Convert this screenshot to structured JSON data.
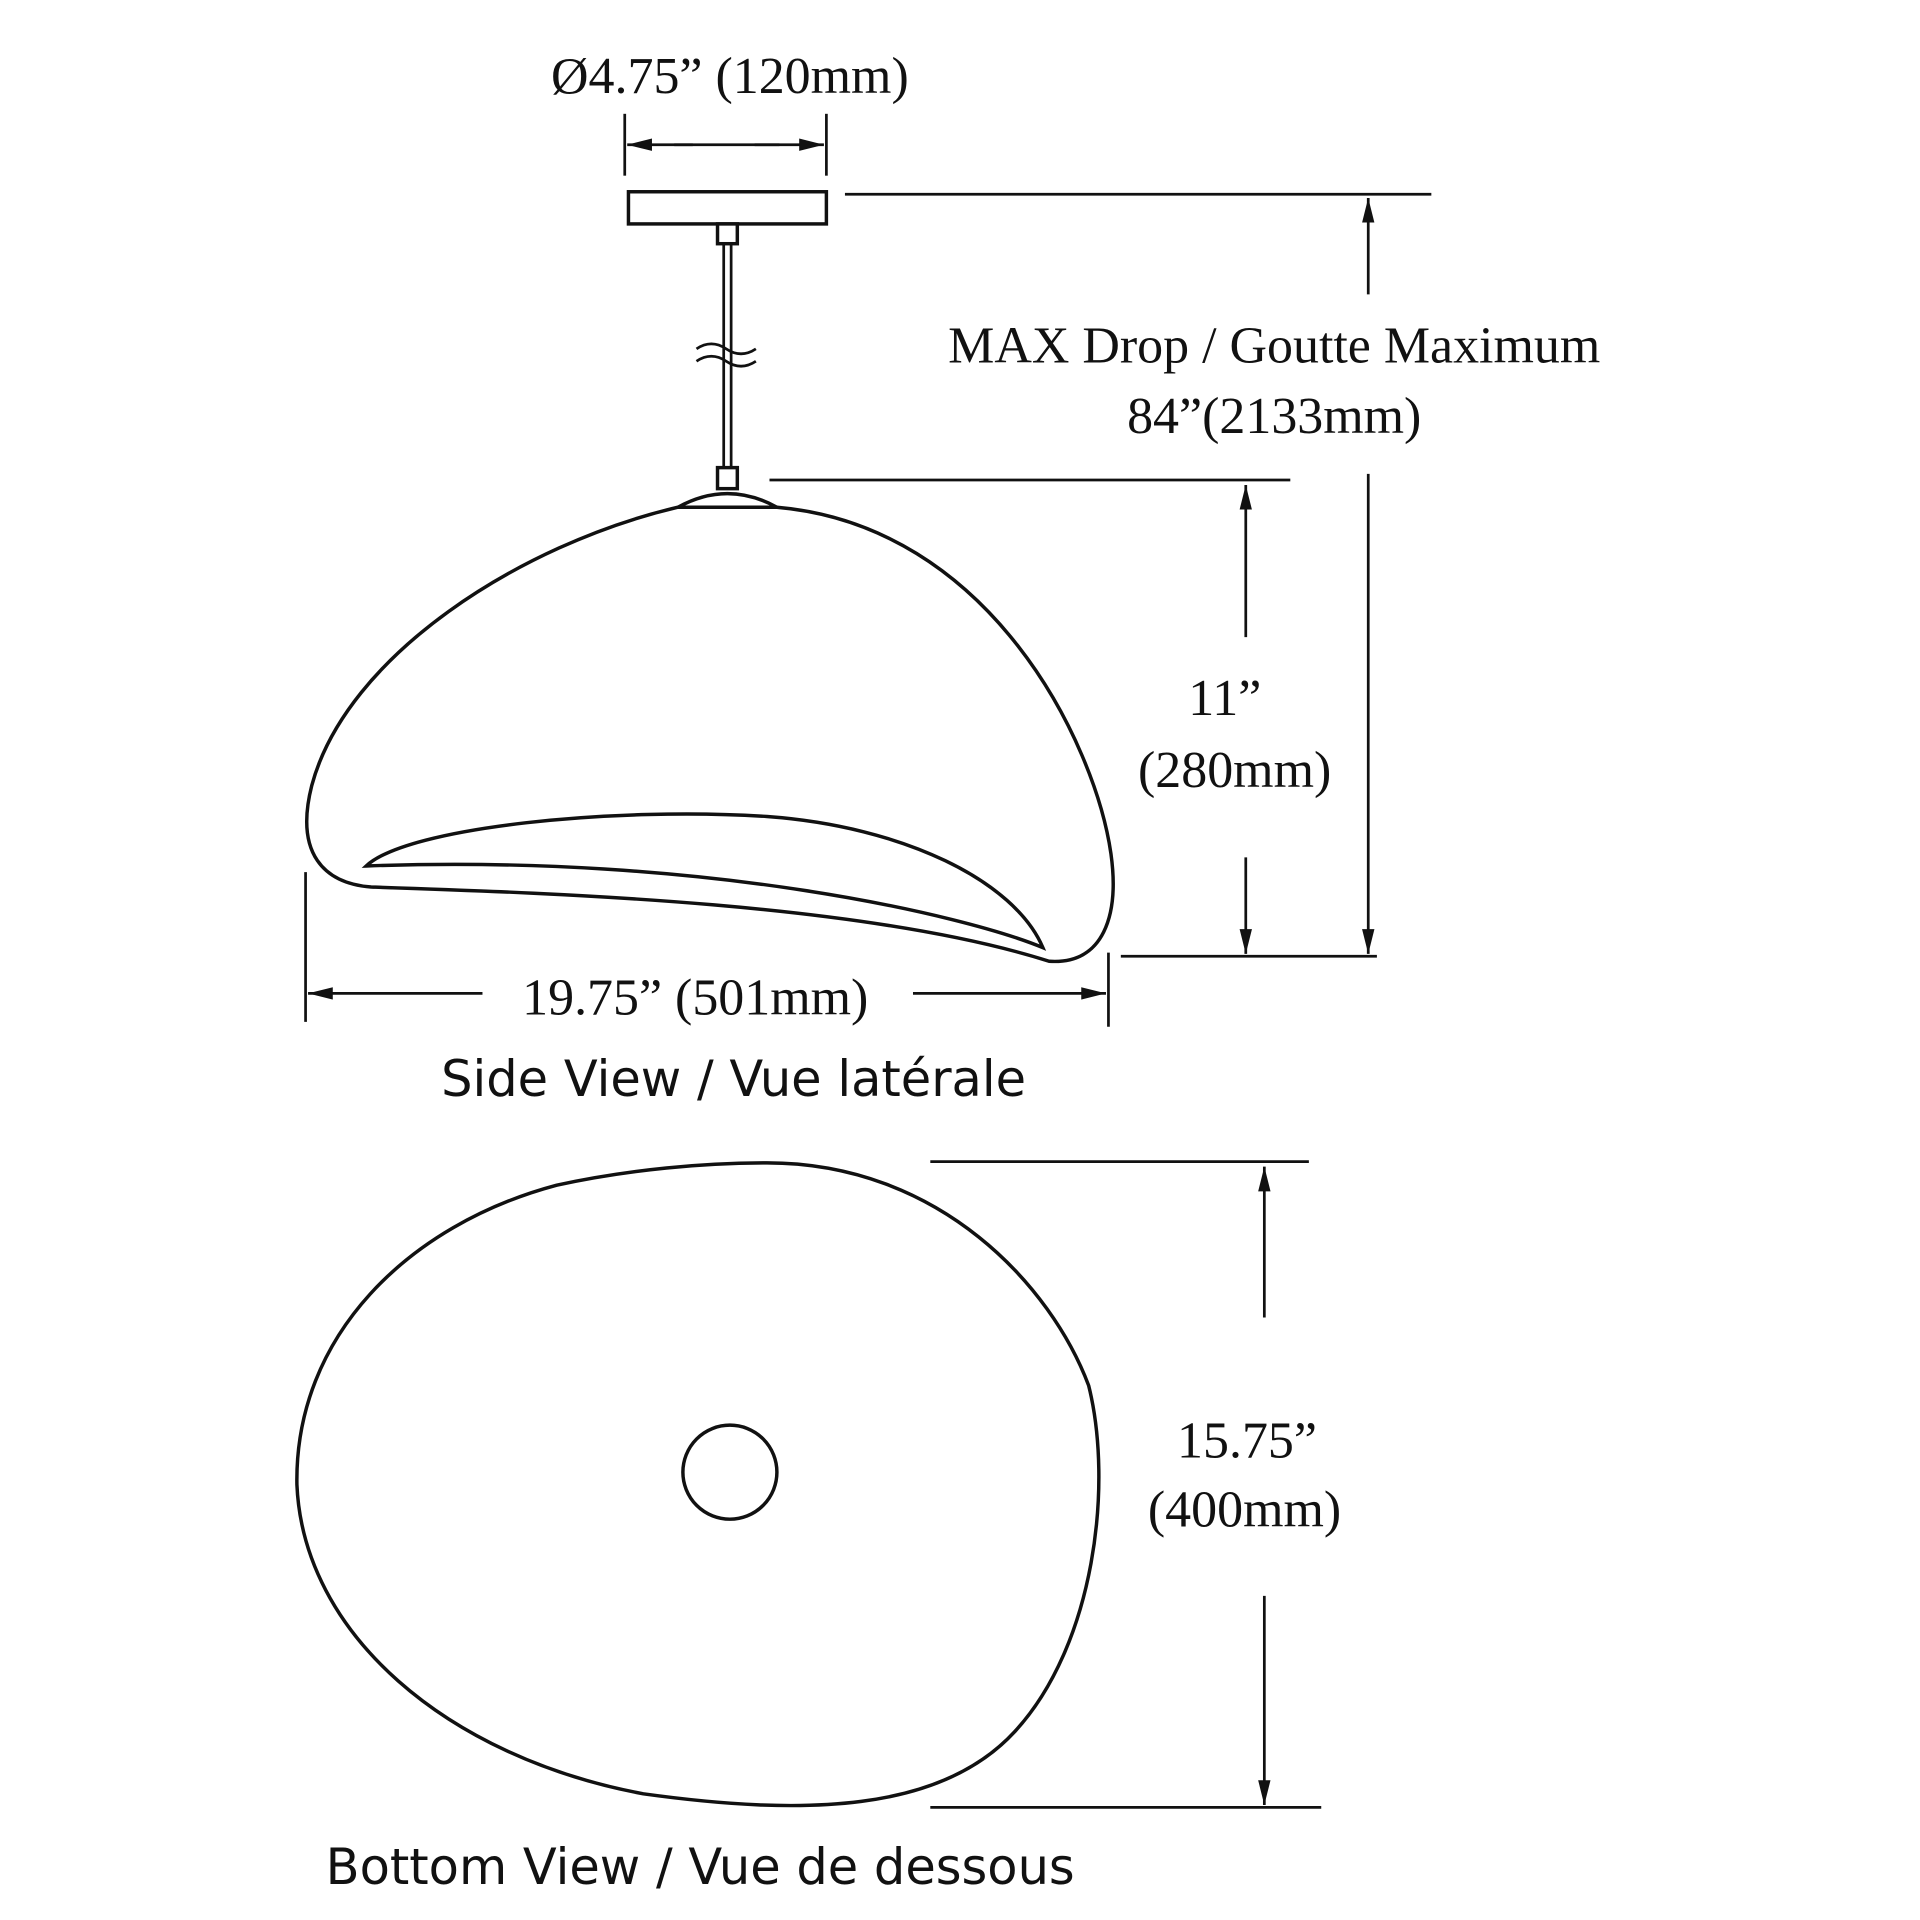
{
  "dimensions": {
    "canopy_diameter": "Ø4.75” (120mm)",
    "max_drop_label": "MAX Drop / Goutte Maximum",
    "max_drop_value": "84”(2133mm)",
    "shade_height_in": "11”",
    "shade_height_mm": "(280mm)",
    "shade_width": "19.75” (501mm)",
    "shade_depth_in": "15.75”",
    "shade_depth_mm": "(400mm)"
  },
  "views": {
    "side": "Side View / Vue latérale",
    "bottom": "Bottom View / Vue de dessous"
  },
  "colors": {
    "line": "#111111",
    "background": "#ffffff"
  }
}
